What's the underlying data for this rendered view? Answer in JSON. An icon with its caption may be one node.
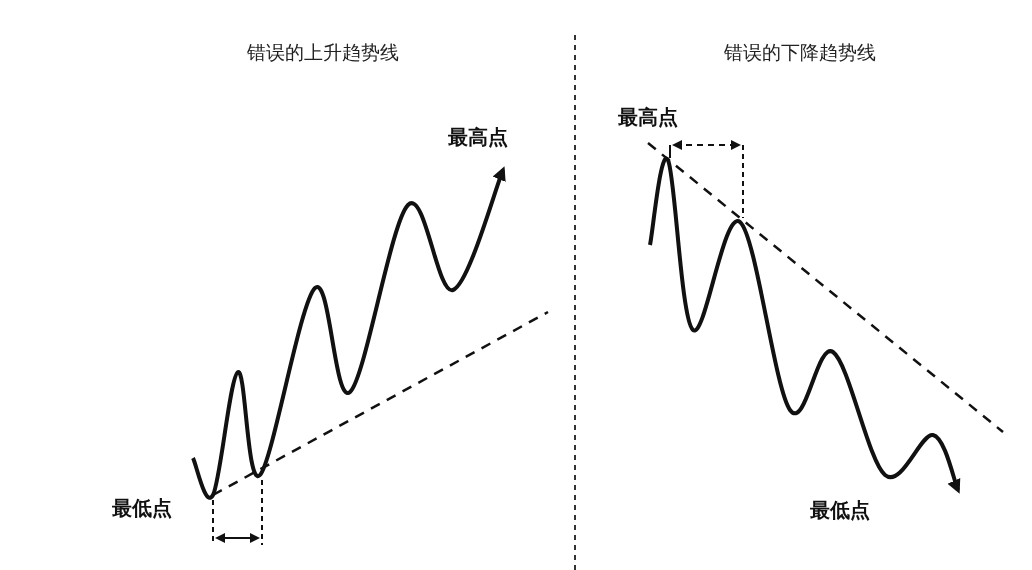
{
  "diagram": {
    "labels": [
      "错误的上升趋势线",
      "最高点",
      "最低点",
      "错误的下降趋势线",
      "最高点",
      "最低点"
    ]
  }
}
